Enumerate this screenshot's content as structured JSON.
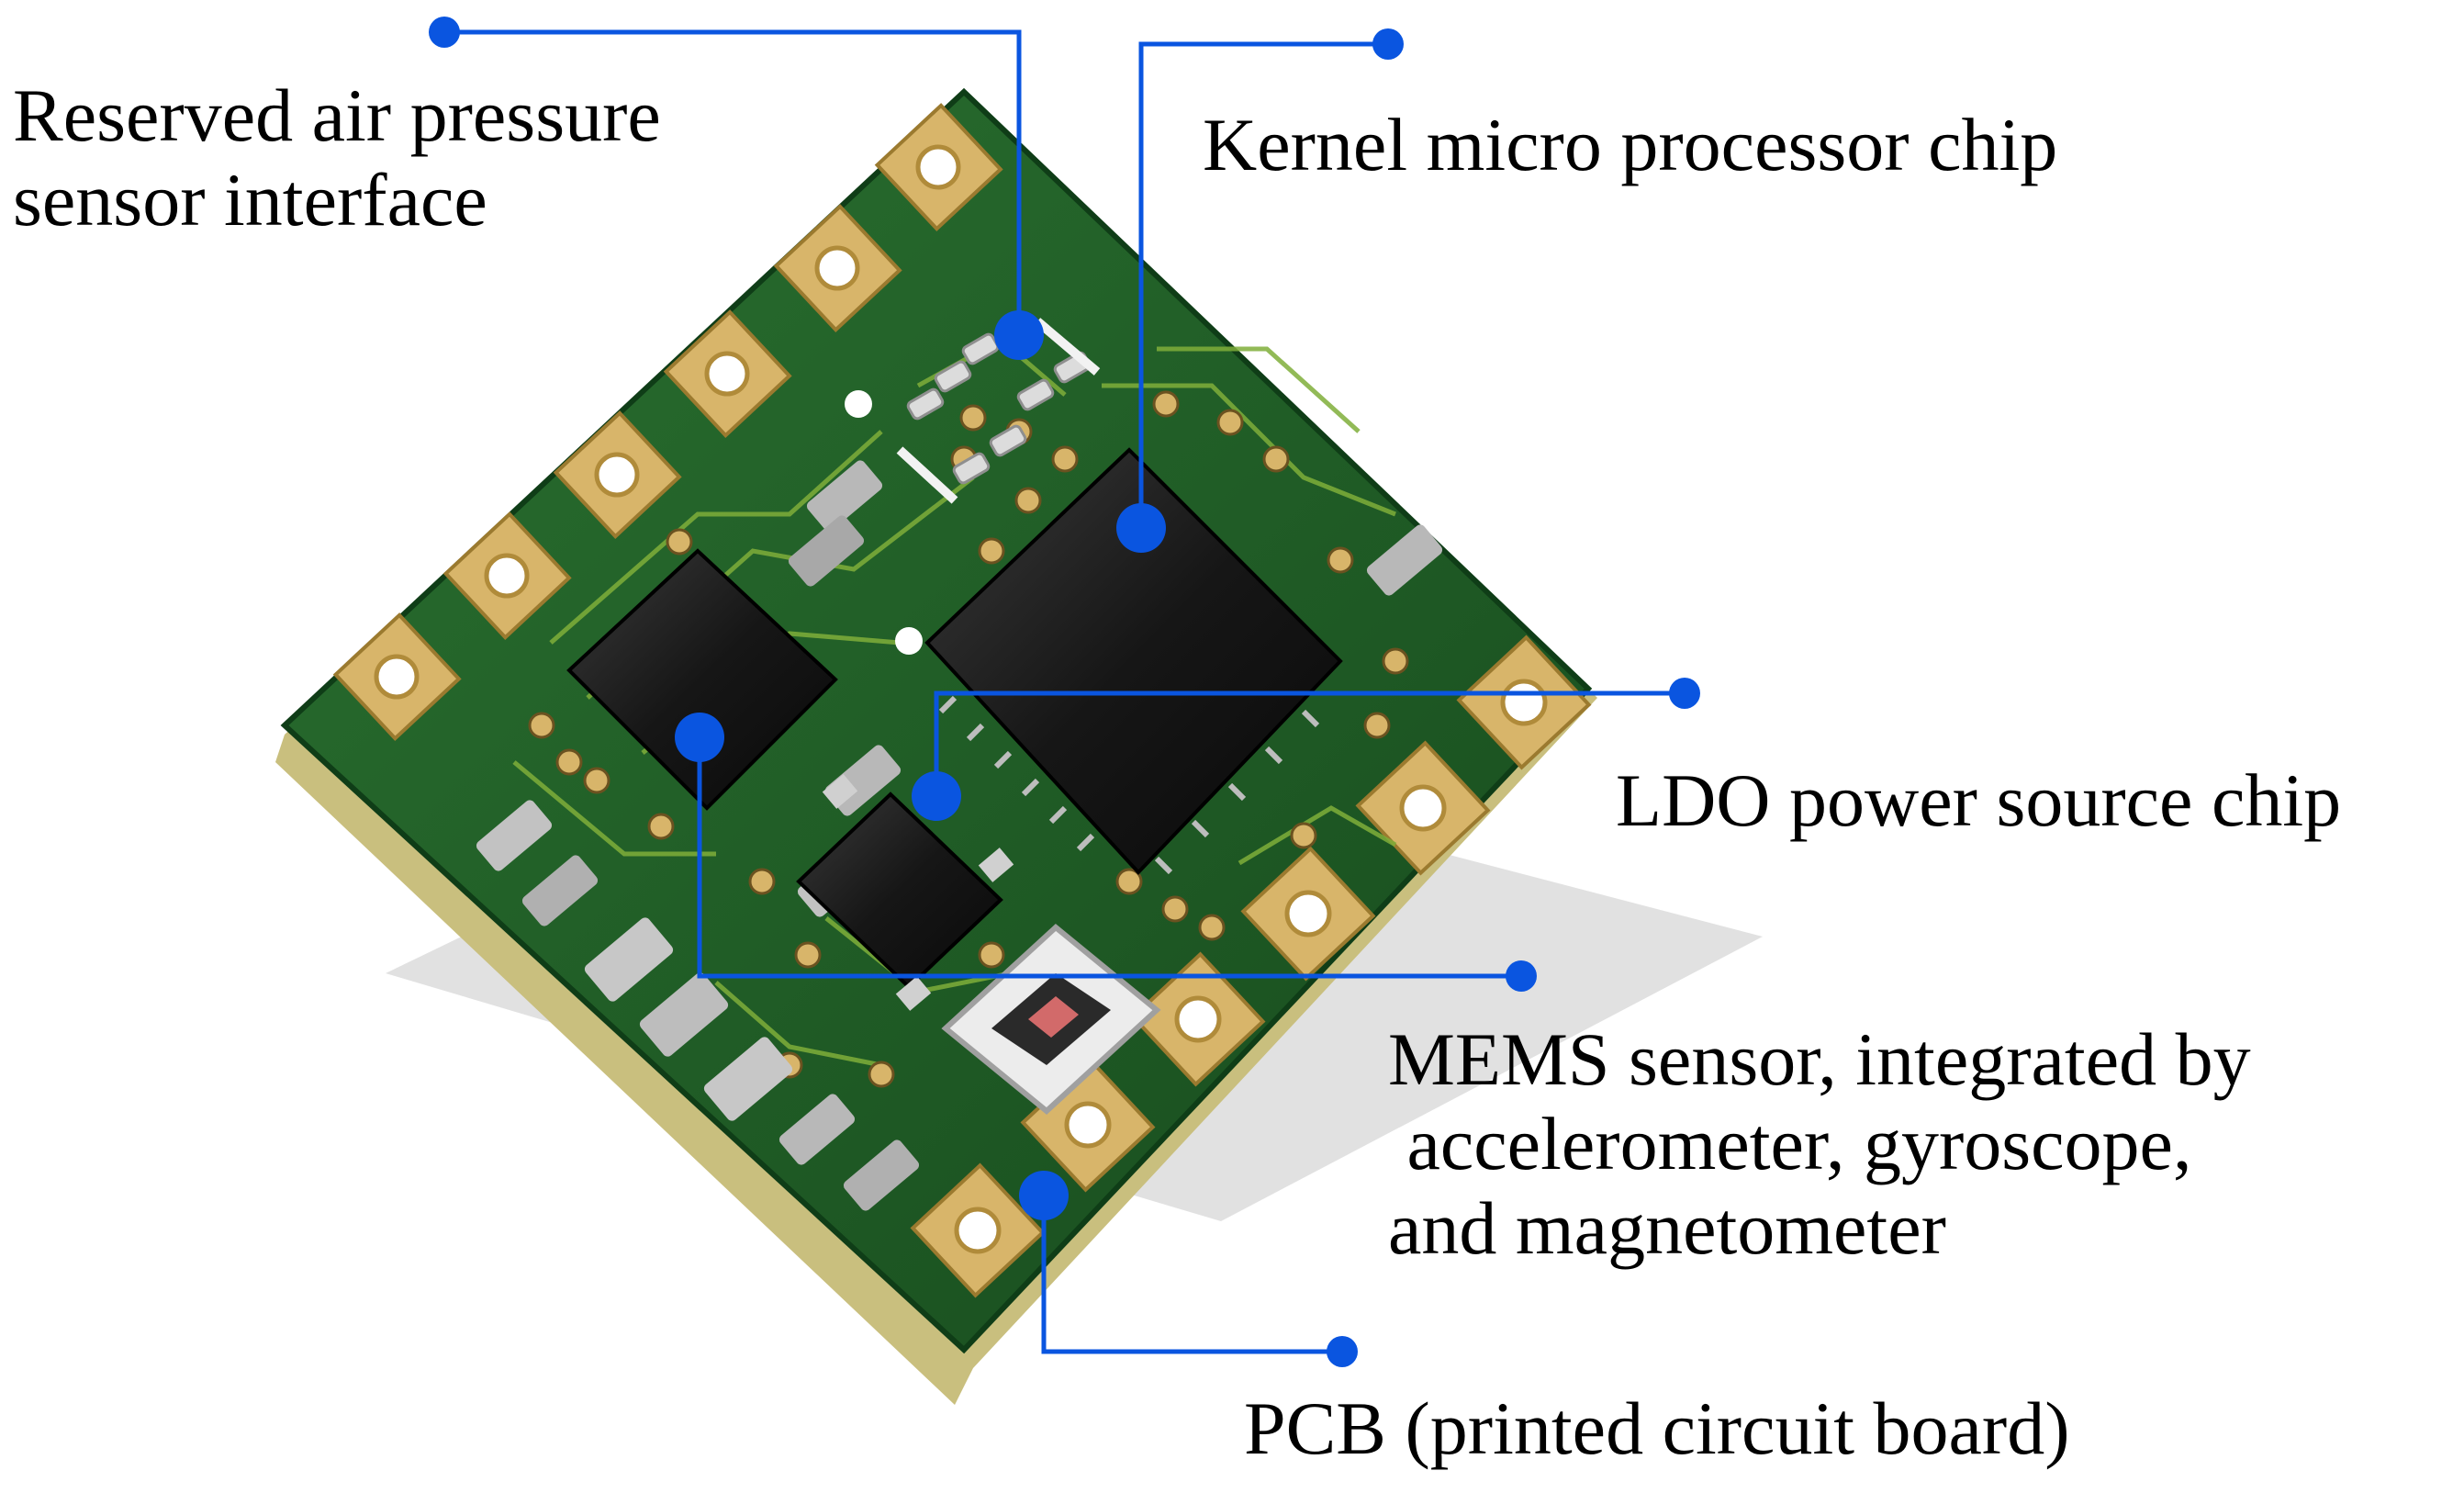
{
  "labels": {
    "air_pressure": {
      "line1": "Reserved air pressure",
      "line2": "sensor interface"
    },
    "kernel": {
      "line1": "Kernel micro processor chip"
    },
    "ldo": {
      "line1": "LDO power source chip"
    },
    "mems": {
      "line1": "MEMS sensor, integrated by",
      "line2": " accelerometer, gyroscope,",
      "line3": "and magnetometer"
    },
    "pcb": {
      "line1": "PCB (printed circuit board)"
    }
  },
  "colors": {
    "board_green": "#1f5e26",
    "board_edge": "#0f3d17",
    "pad_gold": "#d8b56a",
    "chip_black": "#151515",
    "callout_blue": "#0a55e0",
    "trace": "#7fae3a"
  }
}
